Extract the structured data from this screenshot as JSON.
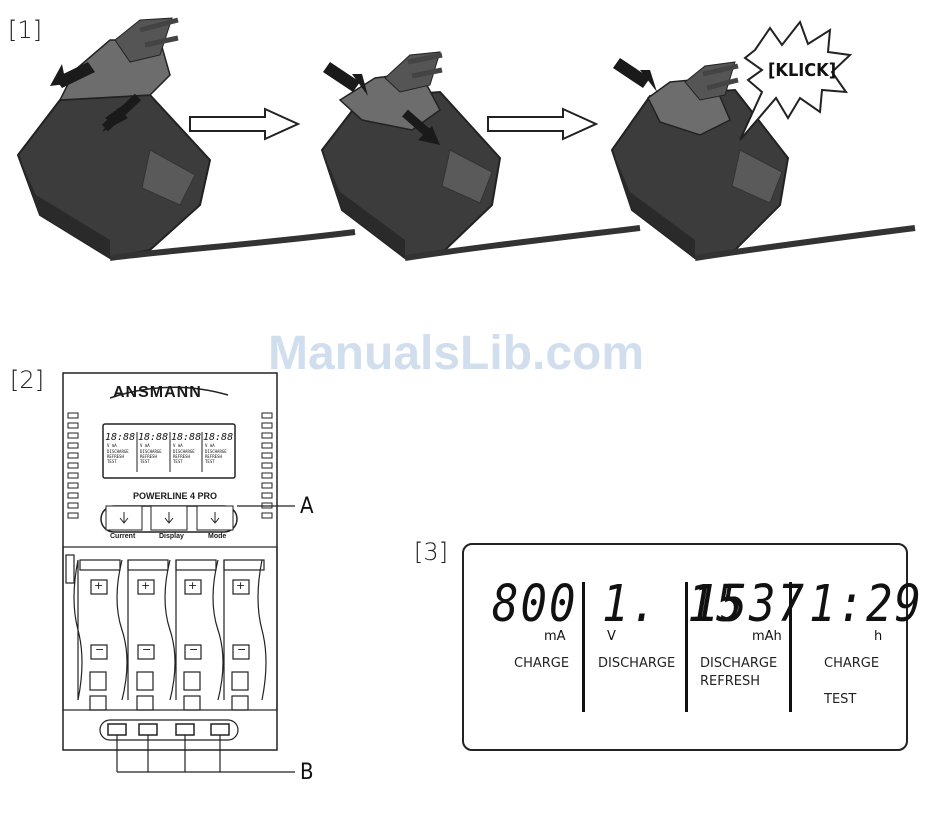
{
  "figures": {
    "fig1_label": "[1]",
    "fig2_label": "[2]",
    "fig3_label": "[3]"
  },
  "watermark": "ManualsLib.com",
  "fig1": {
    "klick_text": "[KLICK]"
  },
  "fig2": {
    "brand": "ANSMANN",
    "model": "POWERLINE 4 PRO",
    "buttons": [
      "Current",
      "Display",
      "Mode"
    ],
    "mini_lcd": {
      "digits": [
        "18:88",
        "18:88",
        "18:88",
        "18:88"
      ],
      "units_row": [
        "V  mA",
        "V  mA",
        "V  mA",
        "V  mA"
      ],
      "mode_lines": [
        "DISCHARGE",
        "REFRESH",
        "TEST"
      ]
    },
    "slot_polarity": {
      "plus": "+",
      "minus": "−"
    },
    "callout_a": "A",
    "callout_b": "B"
  },
  "fig3": {
    "channels": [
      {
        "value": "800",
        "unit": "mA",
        "modes": [
          "CHARGE"
        ]
      },
      {
        "value": "1. 15",
        "unit": "V",
        "modes": [
          "DISCHARGE"
        ]
      },
      {
        "value": "1537",
        "unit": "mAh",
        "modes": [
          "DISCHARGE",
          "REFRESH"
        ]
      },
      {
        "value": "1:29",
        "unit": "h",
        "modes": [
          "CHARGE",
          "",
          "TEST"
        ]
      }
    ]
  }
}
